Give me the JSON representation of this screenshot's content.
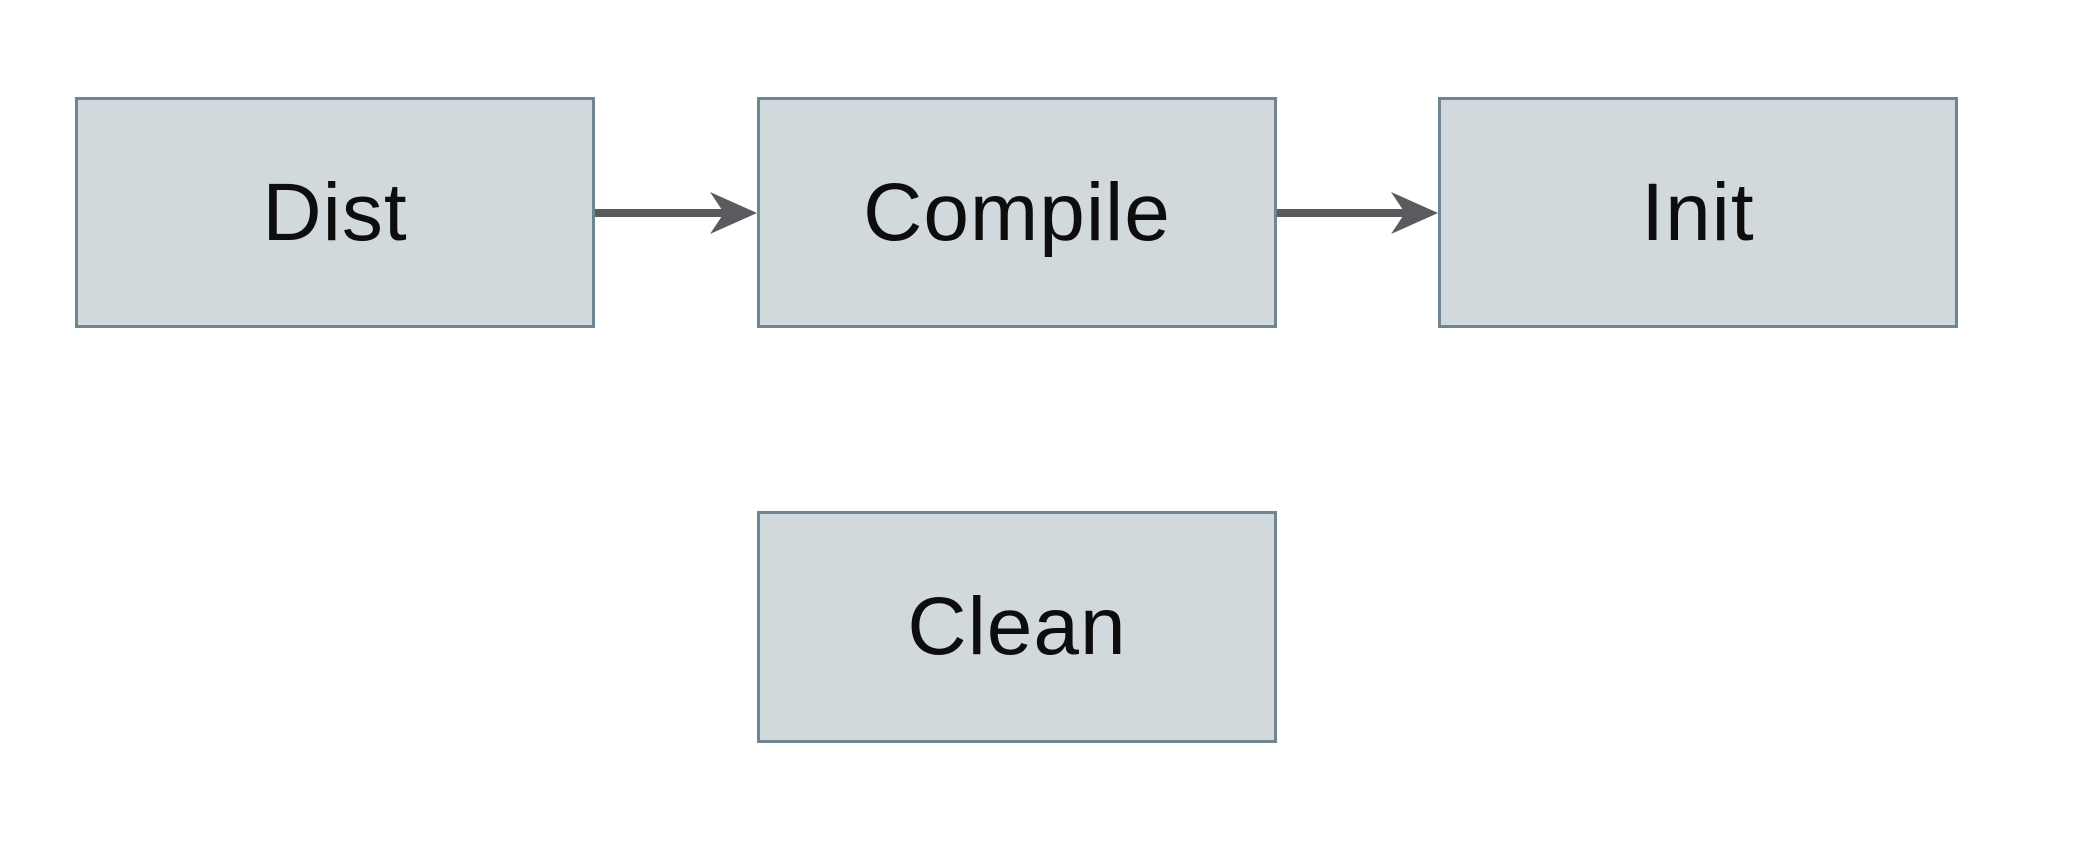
{
  "diagram": {
    "type": "flowchart",
    "nodes": [
      {
        "id": "dist",
        "label": "Dist"
      },
      {
        "id": "compile",
        "label": "Compile"
      },
      {
        "id": "init",
        "label": "Init"
      },
      {
        "id": "clean",
        "label": "Clean"
      }
    ],
    "edges": [
      {
        "from": "dist",
        "to": "compile",
        "direction": "right"
      },
      {
        "from": "compile",
        "to": "init",
        "direction": "right"
      }
    ]
  },
  "colors": {
    "canvas_background": "#ffffff",
    "node_fill": "#d2d9dc",
    "node_border": "#6f8591",
    "node_text": "#0d0d0d",
    "arrow": "#595b5e"
  }
}
